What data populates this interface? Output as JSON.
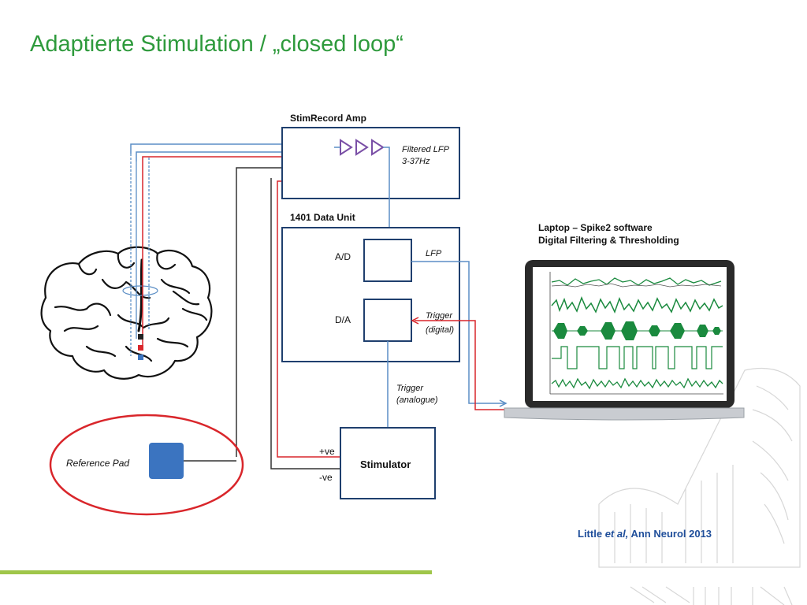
{
  "slide": {
    "title": "Adaptierte Stimulation / „closed loop“"
  },
  "diagram": {
    "amp_label": "StimRecord Amp",
    "filtered_lfp_line1": "Filtered LFP",
    "filtered_lfp_line2": "3-37Hz",
    "data_unit_label": "1401 Data Unit",
    "ad_label": "A/D",
    "da_label": "D/A",
    "lfp_label": "LFP",
    "trigger_digital_line1": "Trigger",
    "trigger_digital_line2": "(digital)",
    "trigger_analogue_line1": "Trigger",
    "trigger_analogue_line2": "(analogue)",
    "stimulator_label": "Stimulator",
    "positive_label": "+ve",
    "negative_label": "-ve",
    "reference_pad_label": "Reference Pad",
    "laptop_line1": "Laptop – Spike2 software",
    "laptop_line2": "Digital Filtering & Thresholding"
  },
  "citation": {
    "author": "Little",
    "etal": "et al,",
    "journal": "Ann Neurol 2013"
  },
  "colors": {
    "title": "#2e9a3c",
    "rule": "#9fc64a",
    "signal_red": "#d9262b",
    "signal_blue": "#5b8ec5",
    "reference_pad": "#3b74c0",
    "amp_triangle": "#7a4fa6",
    "trace_green": "#1a8a3e",
    "box_border": "#1f3f6e",
    "citation": "#1f4e9a"
  }
}
